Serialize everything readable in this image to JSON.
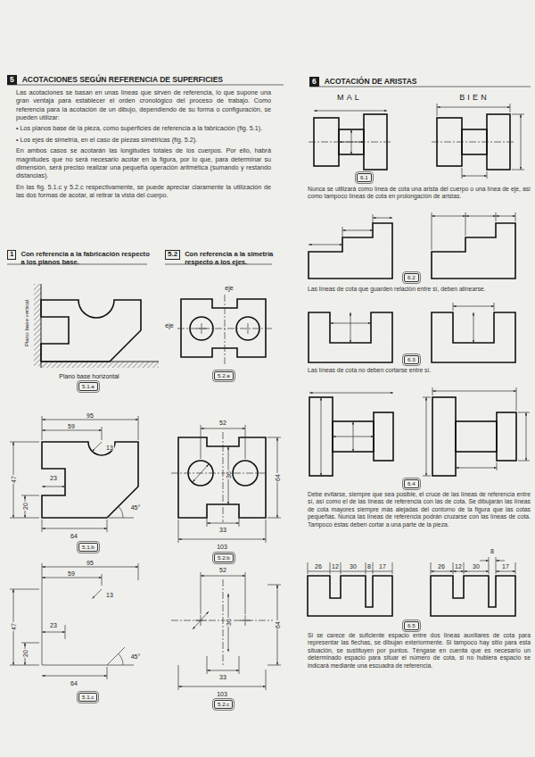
{
  "diagram": {
    "nodes": [
      {
        "text": [
          "5",
          "ACOTACIONES SEGÚN REFERENCIA DE SUPERFICIES"
        ]
      },
      {
        "text": [
          "1",
          "Con referencia a la fabricación respecto a los planos base."
        ]
      },
      {
        "text": [
          "5.2",
          "Con referencia a la simetría respecto a los ejes."
        ]
      },
      {
        "text": [
          "5.1.a"
        ]
      },
      {
        "text": [
          "5.2.a"
        ]
      },
      {
        "text": [
          "5.1.b"
        ]
      },
      {
        "text": [
          "5.2.b"
        ]
      },
      {
        "text": [
          "5.1.c"
        ]
      },
      {
        "text": [
          "5.2.c"
        ]
      },
      {
        "text": [
          "6",
          "ACOTACIÓN DE ARISTAS"
        ]
      },
      {
        "text": [
          "6.1"
        ]
      },
      {
        "text": [
          "6.2"
        ]
      },
      {
        "text": [
          "6.3"
        ]
      },
      {
        "text": [
          "6.4"
        ]
      },
      {
        "text": [
          "6.5"
        ]
      }
    ],
    "labels": [
      "Las acotaciones se basan en unas líneas que sirven de referencia, lo que supone una gran ventaja para establecer el orden cronológico del proceso de trabajo. Como referencia para la acotación de un dibujo, dependiendo de su forma o configuración, se pueden utilizar:",
      "• Los planos base de la pieza, como superficies de referencia a la fabricación (fig. 5.1).",
      "• Los ejes de simetría, en el caso de piezas simétricas (fig. 5.2).",
      "En ambos casos se acotarán las longitudes totales de los cuerpos. Por ello, habrá magnitudes que no será necesario acotar en la figura, por lo que, para determinar su dimensión, será preciso realizar una pequeña operación aritmética (sumando y restando distancias).",
      "En las fig. 5.1.c y 5.2.c respectivamente, se puede apreciar claramente la utilización de las dos formas de acotar, al retirar la vista del cuerpo.",
      "Plano base vertical",
      "Plano base horizontal",
      "eje",
      "eje",
      "95",
      "59",
      "13",
      "47",
      "20",
      "23",
      "45°",
      "64",
      "52",
      "36",
      "64",
      "33",
      "103",
      "95",
      "59",
      "13",
      "47",
      "20",
      "23",
      "45°",
      "64",
      "52",
      "36",
      "64",
      "33",
      "103",
      "MAL",
      "BIEN",
      "Nunca se utilizará como línea de cota una arista del cuerpo o una línea de eje, así como tampoco líneas de cota en prolongación de aristas.",
      "Las líneas de cota que guarden relación entre sí, deben alinearse.",
      "Las líneas de cota no deben cortarse entre sí.",
      "Debe evitarse, siempre que sea posible, el cruce de las líneas de referencia entre sí, así como el de las líneas de referencia con las de cota. Se dibujarán las líneas de cota mayores siempre más alejadas del contorno de la figura que las cotas pequeñas. Nunca las líneas de referencia podrán cruzarse con las líneas de cota. Tampoco éstas deben cortar a una parte de la pieza.",
      "26",
      "12",
      "30",
      "8",
      "17",
      "26",
      "12",
      "30",
      "17",
      "8",
      "Si se carece de suficiente espacio entre dos líneas auxiliares de cota para representar las flechas, se dibujan exteriormente. Si tampoco hay sitio para esta situación, se sustituyen por puntos. Téngase en cuenta que es necesario un determinado espacio para situar el número de cota, si no hubiera espacio se indicará mediante una escuadra de referencia."
    ]
  }
}
